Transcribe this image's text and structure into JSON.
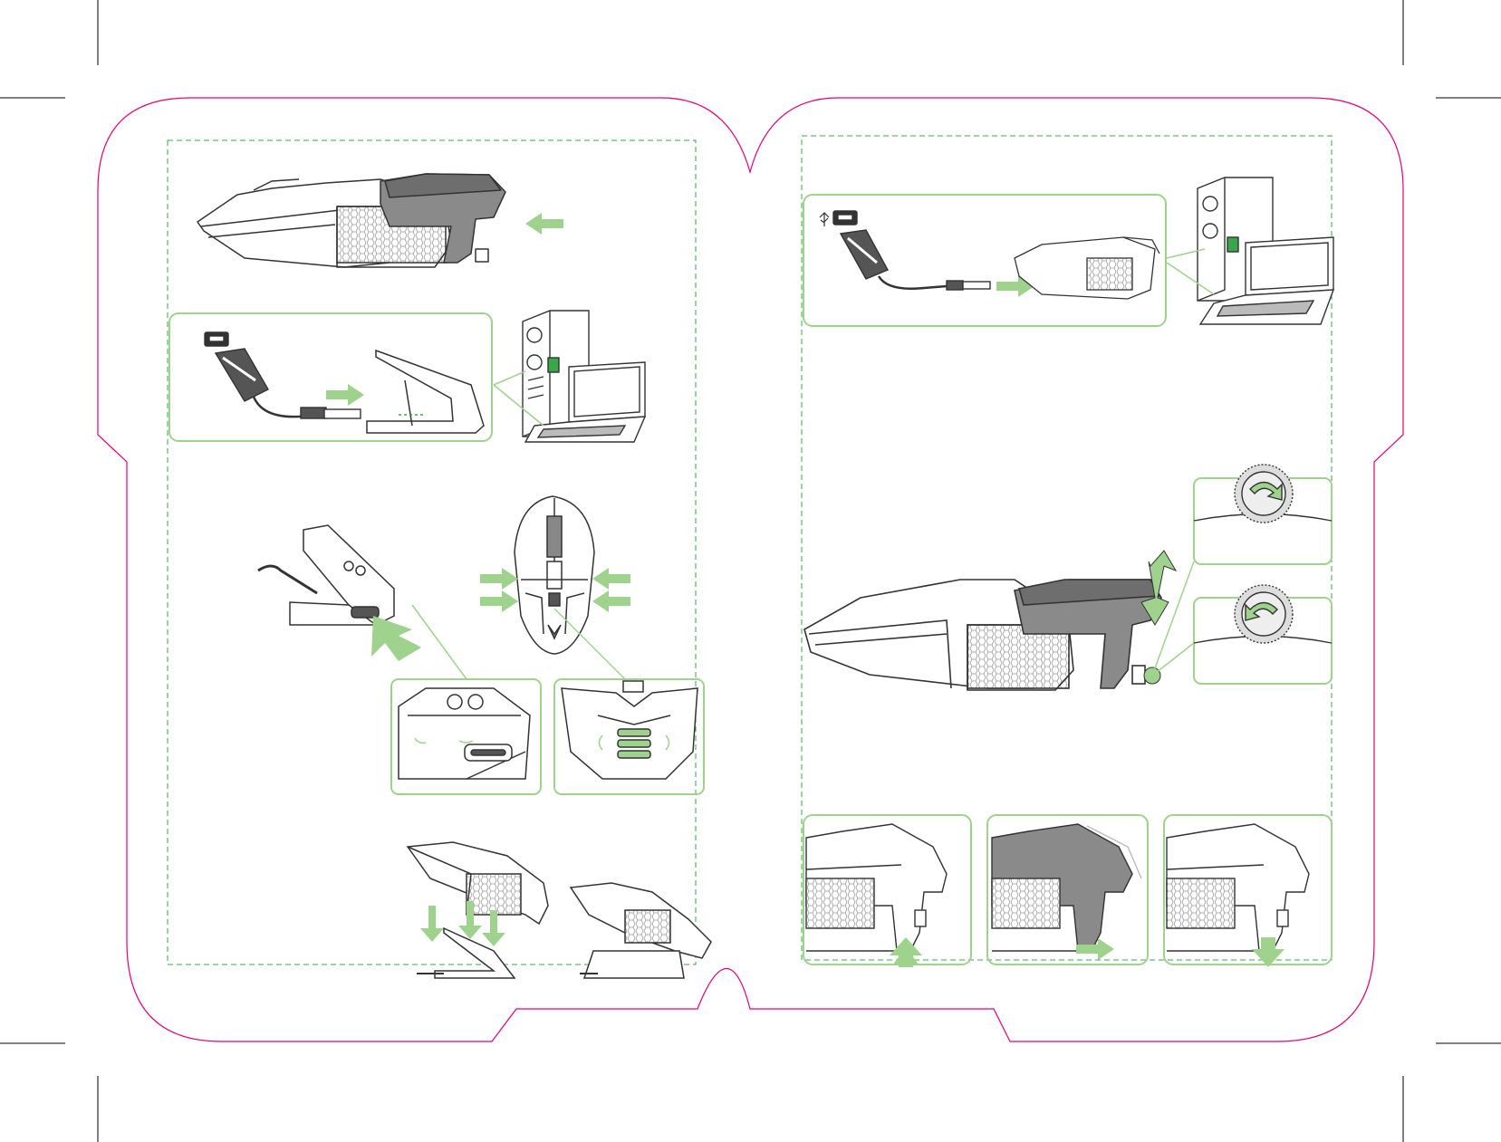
{
  "colors": {
    "dieline": "#e2007a",
    "guide": "#3aa64a",
    "panel": "#9fd28c",
    "arrow": "#9fd28c",
    "cropmark": "#000000",
    "line_art": "#333333",
    "shade": "#8a8a8a",
    "dark_shade": "#6e6e6e"
  },
  "left_page": {
    "steps": [
      {
        "name": "palm-rest-attach",
        "icon": "palm-rest-slide-in-icon"
      },
      {
        "name": "dock-connect-computer",
        "icon": "usb-cable-to-dock-icon"
      },
      {
        "name": "receiver-into-dock",
        "icon": "receiver-insert-icon"
      },
      {
        "name": "mouse-on-dock",
        "icon": "mouse-charging-dock-icon"
      }
    ]
  },
  "right_page": {
    "steps": [
      {
        "name": "mouse-cable-computer",
        "icon": "usb-cable-to-mouse-icon"
      },
      {
        "name": "palm-height-adjust",
        "icon": "adjustment-wheel-icon"
      },
      {
        "name": "palm-length-adjust",
        "icon": "palm-rest-slide-icon"
      }
    ]
  }
}
